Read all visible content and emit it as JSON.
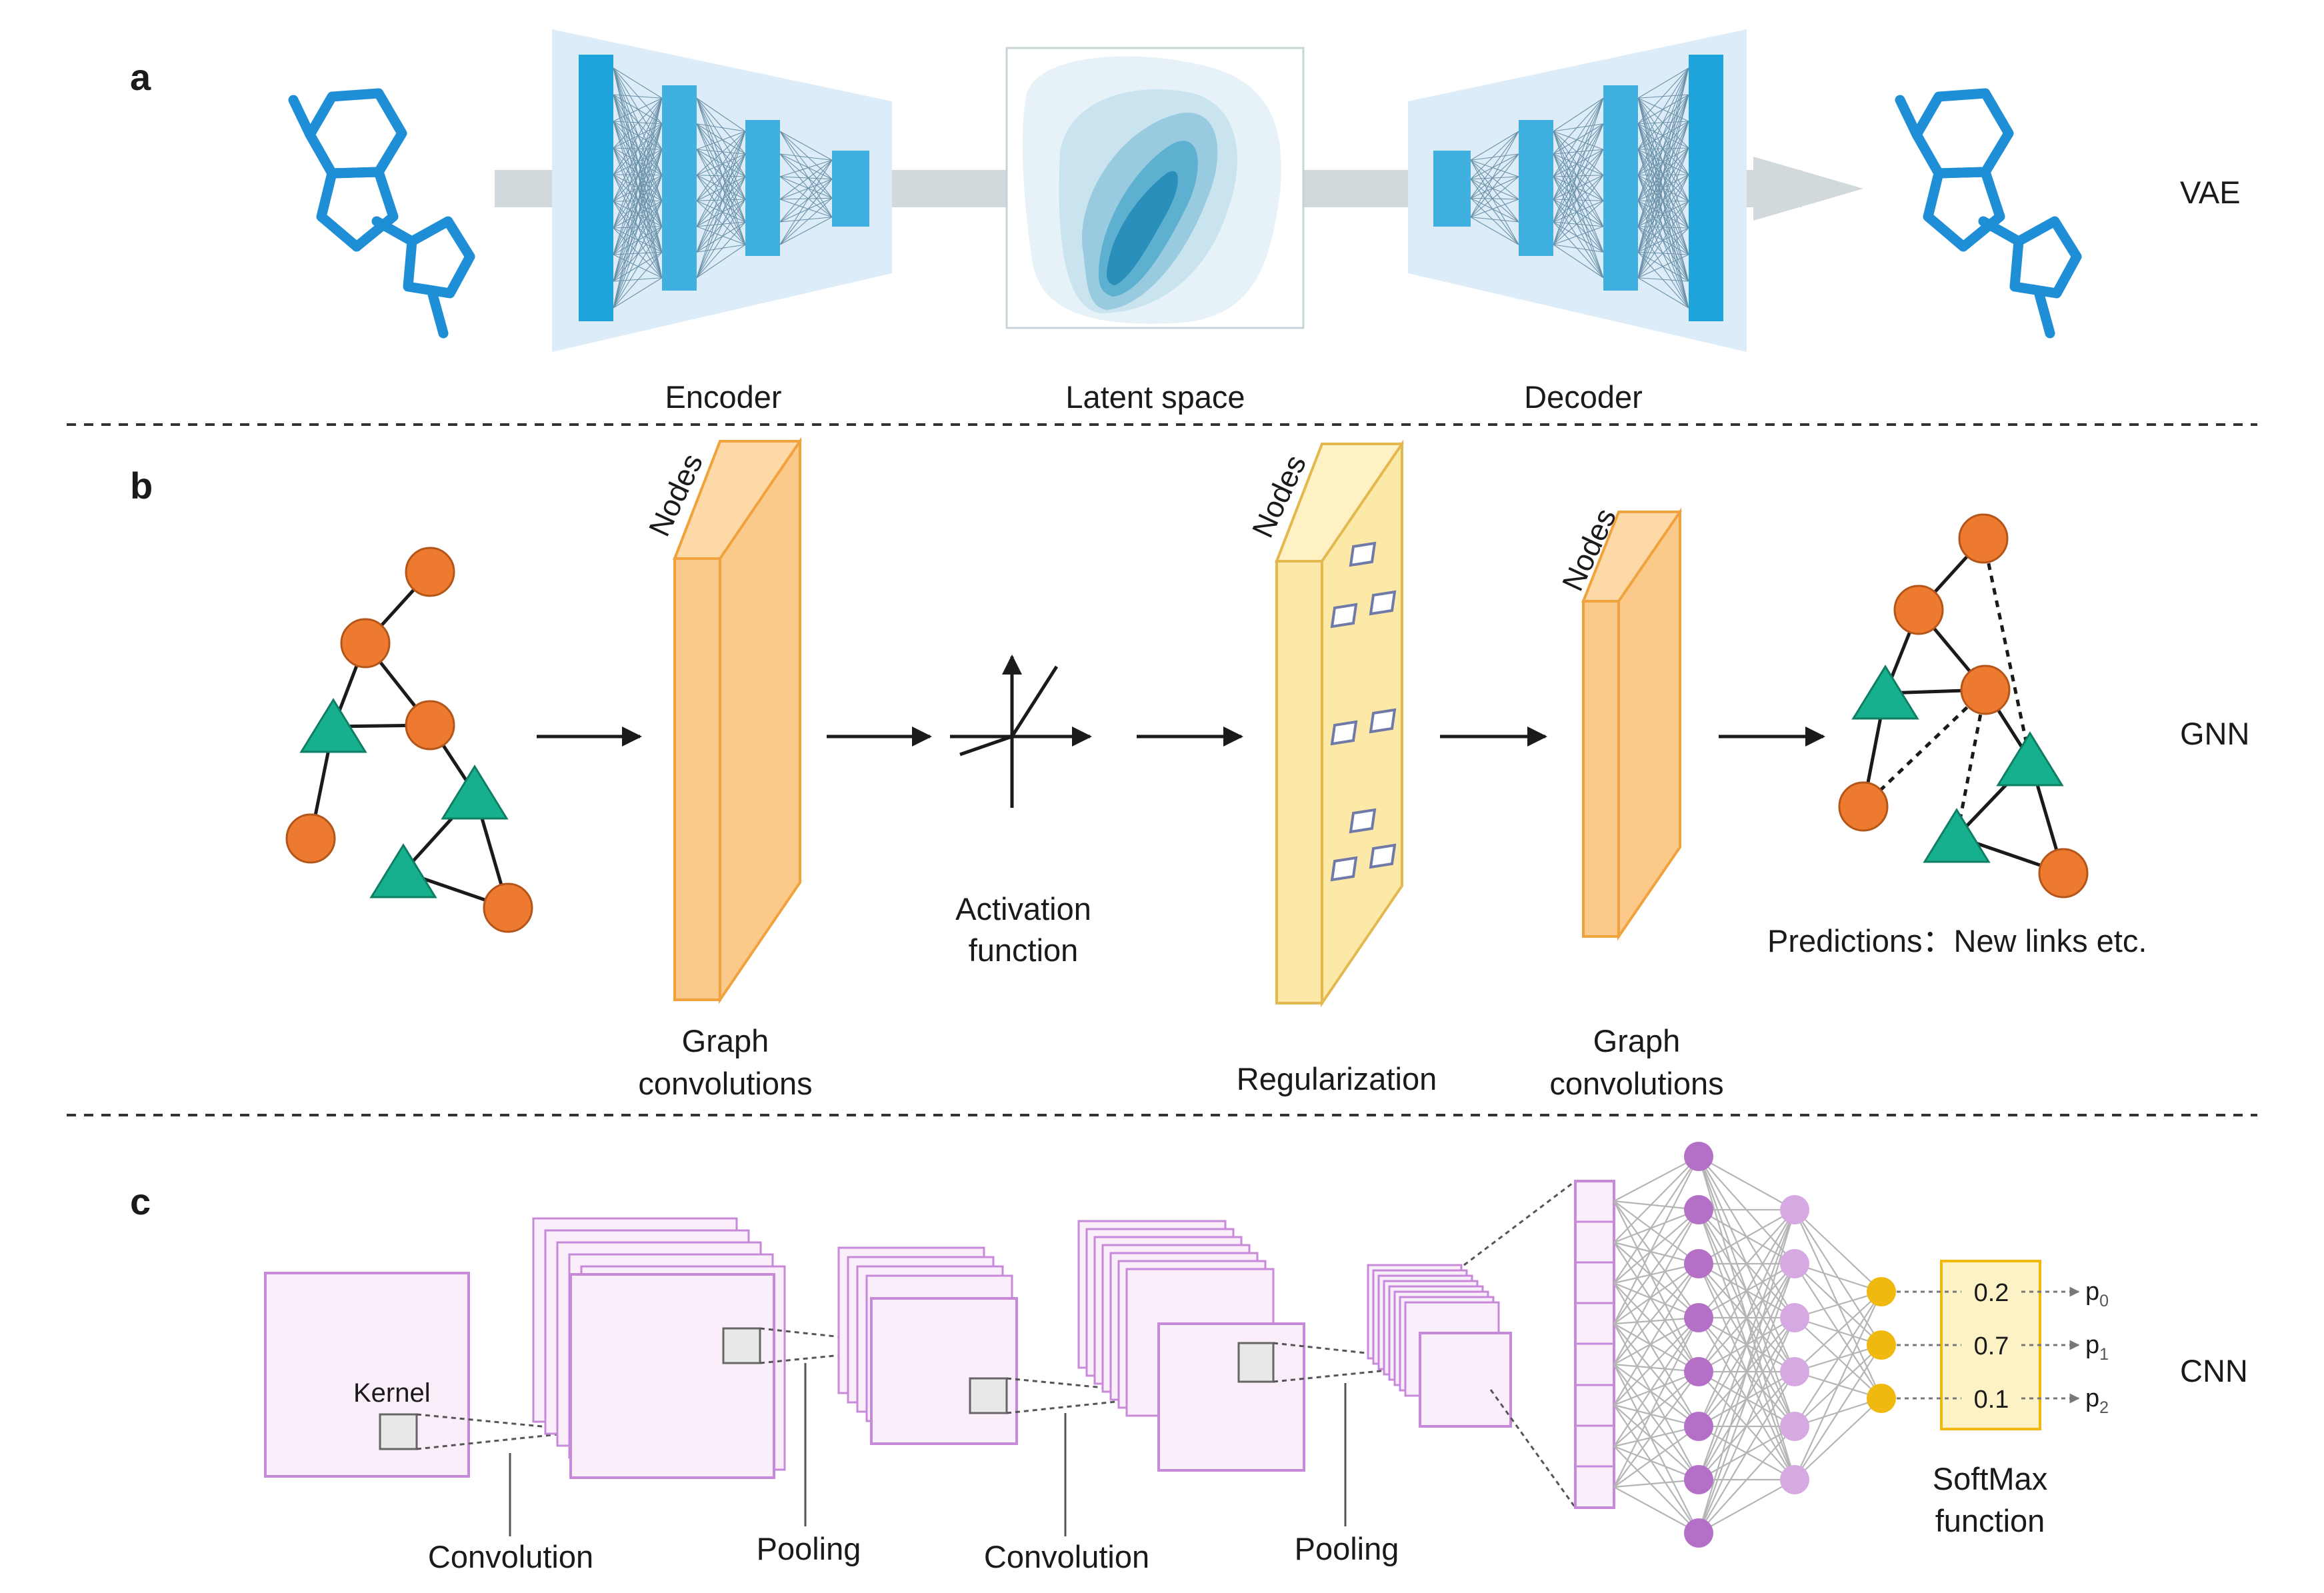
{
  "panels": {
    "a": {
      "label": "a",
      "side_label": "VAE",
      "encoder": "Encoder",
      "latent": "Latent space",
      "decoder": "Decoder"
    },
    "b": {
      "label": "b",
      "side_label": "GNN",
      "nodes_label": "Nodes",
      "graph_conv_1": [
        "Graph",
        "convolutions"
      ],
      "activation": [
        "Activation",
        "function"
      ],
      "regularization": "Regularization",
      "graph_conv_2": [
        "Graph",
        "convolutions"
      ],
      "predictions": "Predictions：New links etc."
    },
    "c": {
      "label": "c",
      "side_label": "CNN",
      "kernel": "Kernel",
      "convolution_1": "Convolution",
      "pooling_1": "Pooling",
      "convolution_2": "Convolution",
      "pooling_2": "Pooling",
      "softmax": [
        "SoftMax",
        "function"
      ],
      "softmax_values": [
        "0.2",
        "0.7",
        "0.1"
      ],
      "output_base": "p",
      "output_subs": [
        "0",
        "1",
        "2"
      ]
    }
  },
  "colors": {
    "molecule": "#1e8fd6",
    "encoder_layer": "#1fa4dc",
    "encoder_bg": "#dcecf8",
    "orange_node": "#ee7a30",
    "green_node": "#17b08e",
    "orange_slab": "#fbc98a",
    "yellow_slab": "#fde9a7",
    "cnn_map": "#fbeefb",
    "cnn_border": "#c78ad8",
    "purple_node": "#b46fc7",
    "light_purple_node": "#d7a9e3",
    "yellow_node": "#f0b90f"
  }
}
